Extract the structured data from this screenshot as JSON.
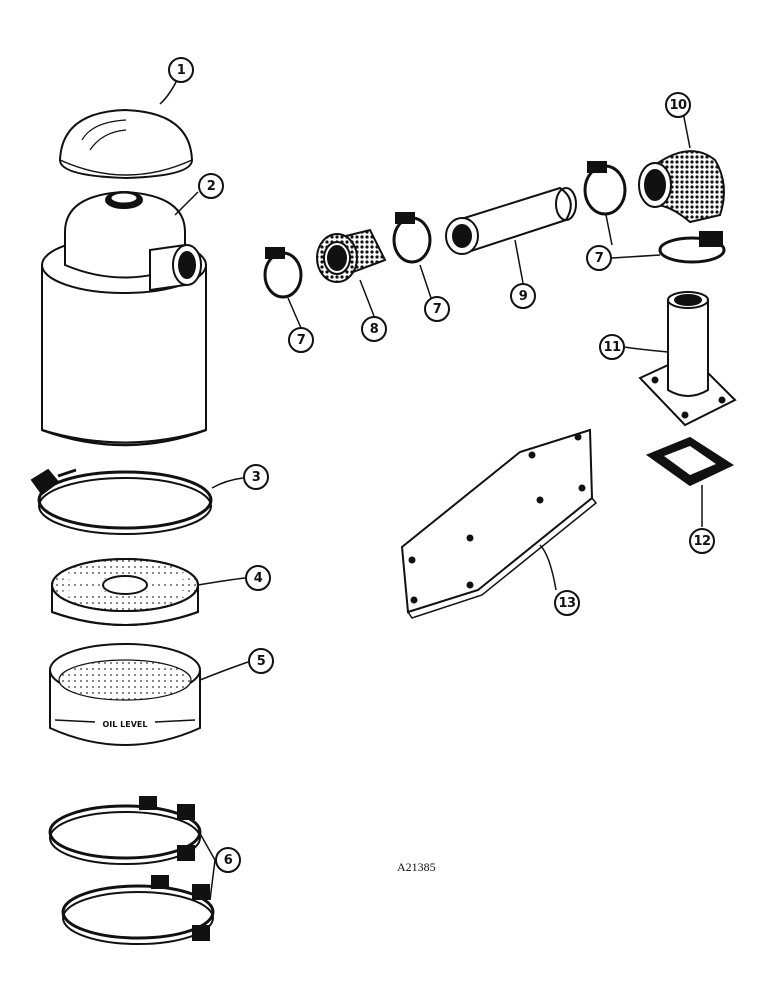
{
  "callouts": {
    "c1": "1",
    "c2": "2",
    "c3": "3",
    "c4": "4",
    "c5": "5",
    "c6": "6",
    "c7a": "7",
    "c7b": "7",
    "c7c": "7",
    "c7d": "7",
    "c8": "8",
    "c9": "9",
    "c10": "10",
    "c11": "11",
    "c12": "12",
    "c13": "13"
  },
  "cup_marking": "OIL LEVEL",
  "drawing_code": "A21385"
}
